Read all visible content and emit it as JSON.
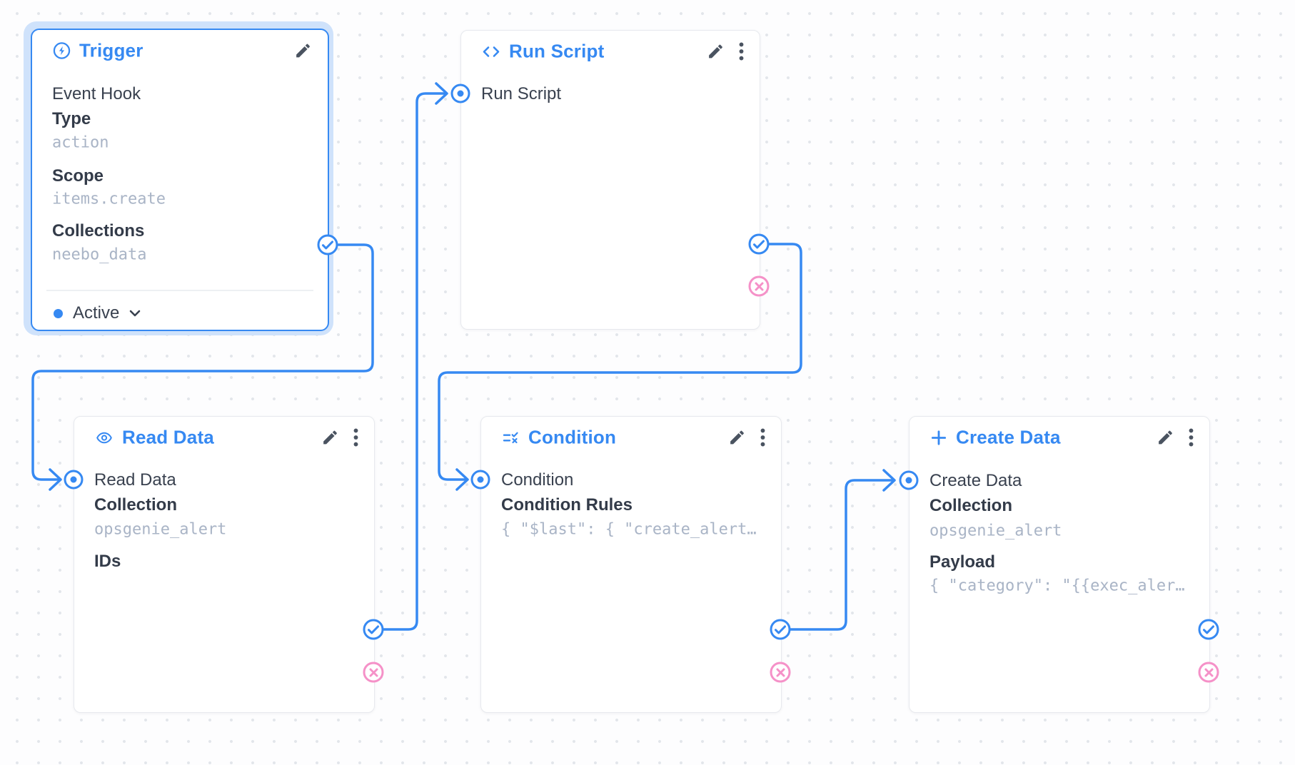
{
  "flow": {
    "trigger": {
      "title": "Trigger",
      "event_label": "Event Hook",
      "type_label": "Type",
      "type_value": "action",
      "scope_label": "Scope",
      "scope_value": "items.create",
      "collections_label": "Collections",
      "collections_value": "neebo_data",
      "status_label": "Active"
    },
    "run_script": {
      "title": "Run Script",
      "input_label": "Run Script"
    },
    "read_data": {
      "title": "Read Data",
      "input_label": "Read Data",
      "collection_label": "Collection",
      "collection_value": "opsgenie_alert",
      "ids_label": "IDs"
    },
    "condition": {
      "title": "Condition",
      "input_label": "Condition",
      "rules_label": "Condition Rules",
      "rules_value": "{ \"$last\": { \"create_alert…"
    },
    "create_data": {
      "title": "Create Data",
      "input_label": "Create Data",
      "collection_label": "Collection",
      "collection_value": "opsgenie_alert",
      "payload_label": "Payload",
      "payload_value": "{ \"category\": \"{{exec_aler…"
    }
  },
  "colors": {
    "accent": "#3689f2",
    "reject_pink": "#f591c8",
    "value_text": "#a9b4c6",
    "selection_halo": "#cfe2fb"
  }
}
